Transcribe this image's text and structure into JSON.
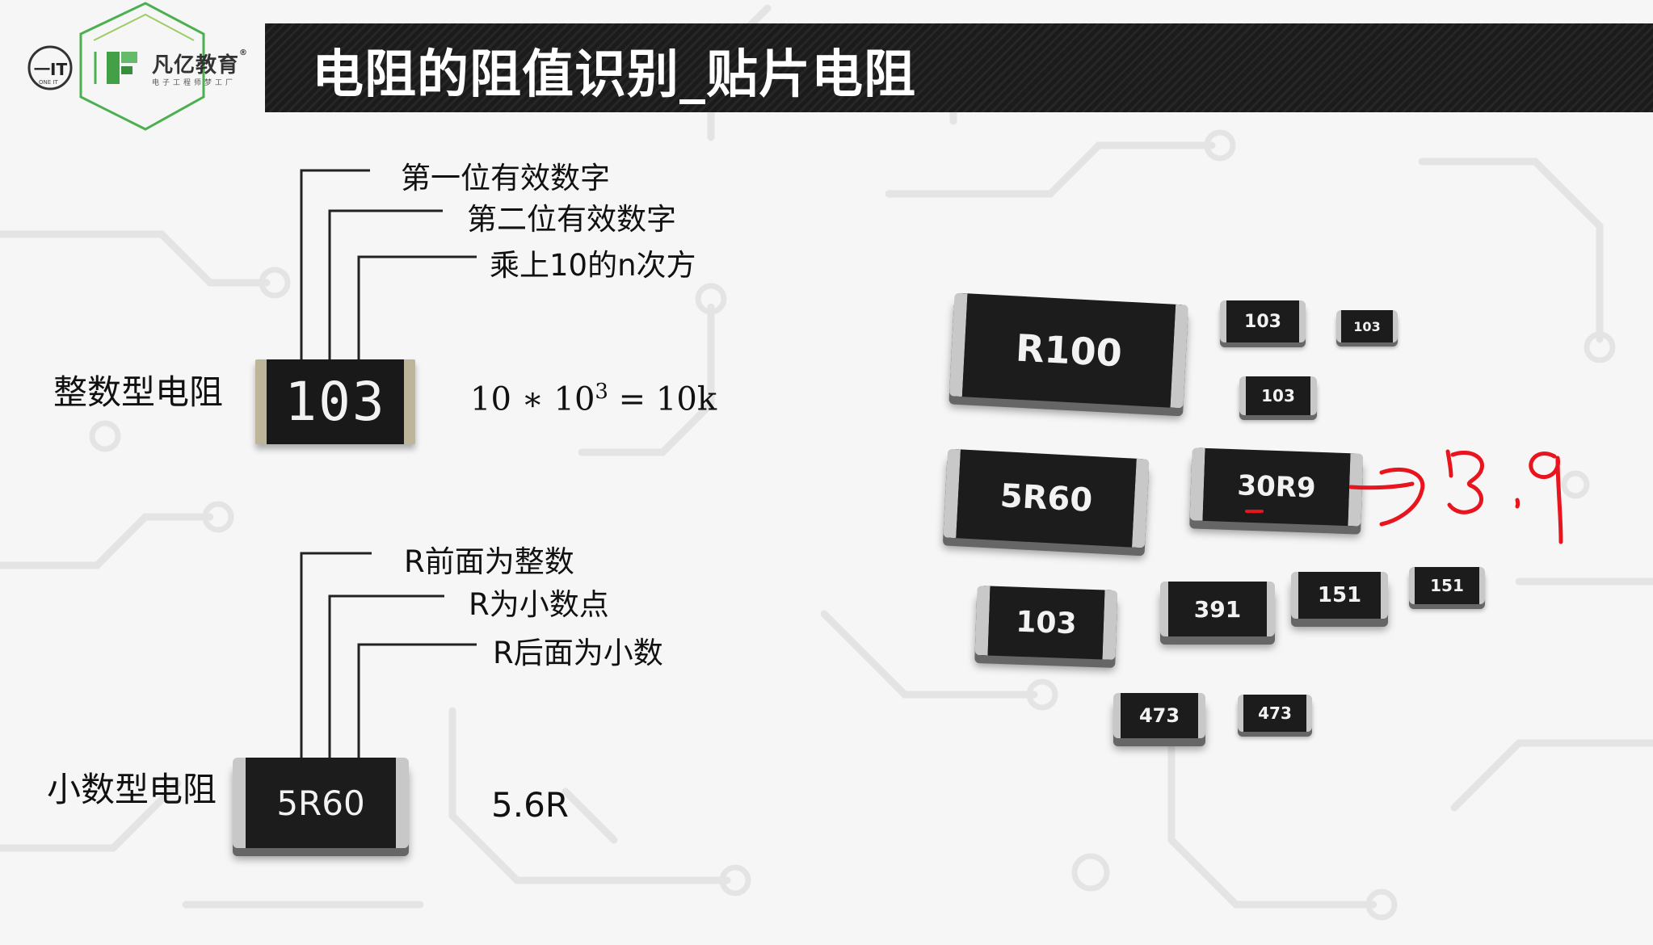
{
  "header": {
    "title": "电阻的阻值识别_贴片电阻",
    "logo_name": "凡亿教育",
    "logo_sub": "电子工程师梦工厂",
    "logo_mark": "一IT",
    "logo_mark_sub": "ONE IT"
  },
  "integer_section": {
    "heading": "整数型电阻",
    "callouts": [
      "第一位有效数字",
      "第二位有效数字",
      "乘上10的n次方"
    ],
    "chip_code": "103",
    "formula": {
      "base": "10 ∗ 10",
      "exponent": "3",
      "rest": " = 10k"
    }
  },
  "decimal_section": {
    "heading": "小数型电阻",
    "callouts": [
      "R前面为整数",
      "R为小数点",
      "R后面为小数"
    ],
    "chip_code": "5R60",
    "value": "5.6R"
  },
  "chips": [
    "R100",
    "103",
    "103",
    "103",
    "5R60",
    "30R9",
    "103",
    "391",
    "151",
    "151",
    "473",
    "473"
  ],
  "annotation_color": "#e8141e"
}
